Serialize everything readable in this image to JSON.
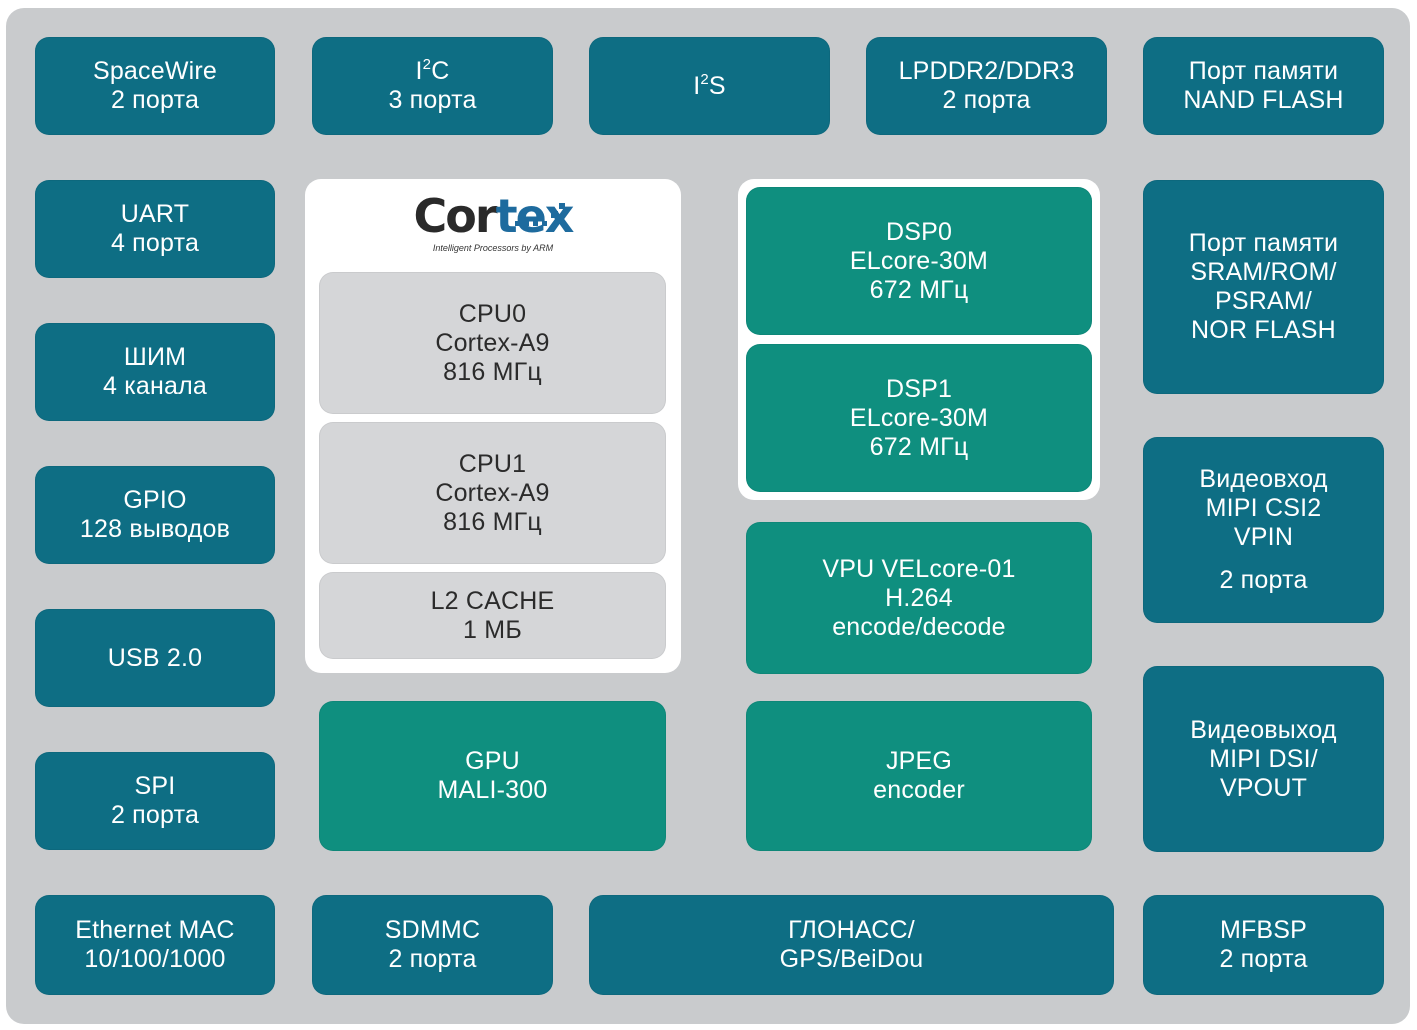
{
  "left": {
    "spacewire": [
      "SpaceWire",
      "2 порта"
    ],
    "uart": [
      "UART",
      "4 порта"
    ],
    "pwm": [
      "ШИМ",
      "4 канала"
    ],
    "gpio": [
      "GPIO",
      "128 выводов"
    ],
    "usb": [
      "USB 2.0"
    ],
    "spi": [
      "SPI",
      "2 порта"
    ],
    "ethernet": [
      "Ethernet MAC",
      "10/100/1000"
    ]
  },
  "top": {
    "i2c": {
      "base": "I",
      "sup": "2",
      "rest": "C",
      "sub": "3 порта"
    },
    "i2s": {
      "base": "I",
      "sup": "2",
      "rest": "S"
    },
    "lpddr": [
      "LPDDR2/DDR3",
      "2 порта"
    ],
    "nand": [
      "Порт памяти",
      "NAND FLASH"
    ]
  },
  "cortex": {
    "logo_text": "Cortex",
    "logo_subtitle": "Intelligent Processors by ARM",
    "cpu0": [
      "CPU0",
      "Cortex-A9",
      "816 МГц"
    ],
    "cpu1": [
      "CPU1",
      "Cortex-A9",
      "816 МГц"
    ],
    "l2": [
      "L2 CACHE",
      "1 МБ"
    ]
  },
  "dsp": {
    "dsp0": [
      "DSP0",
      "ELcore-30M",
      "672 МГц"
    ],
    "dsp1": [
      "DSP1",
      "ELcore-30M",
      "672 МГц"
    ]
  },
  "vpu": [
    "VPU VELcore-01",
    "H.264",
    "encode/decode"
  ],
  "gpu": [
    "GPU",
    "MALI-300"
  ],
  "jpeg": [
    "JPEG",
    "encoder"
  ],
  "right": {
    "sram": [
      "Порт памяти",
      "SRAM/ROM/",
      "PSRAM/",
      "NOR FLASH"
    ],
    "video_in": {
      "lines": [
        "Видеовход",
        "MIPI CSI2",
        "VPIN"
      ],
      "ports": "2 порта"
    },
    "video_out": [
      "Видеовыход",
      "MIPI DSI/",
      "VPOUT"
    ],
    "mfbsp": [
      "MFBSP",
      "2 порта"
    ]
  },
  "bottom": {
    "sdmmc": [
      "SDMMC",
      "2 порта"
    ],
    "glonass": [
      "ГЛОНАСС/",
      "GPS/BeiDou"
    ]
  },
  "colors": {
    "board": "#c9cbcd",
    "interface_block": "#0e6e84",
    "compute_block": "#0f8f7f",
    "cpu_block": "#d5d6d8",
    "logo_dark": "#2a2a2a",
    "logo_blue": "#1e6b9e"
  }
}
